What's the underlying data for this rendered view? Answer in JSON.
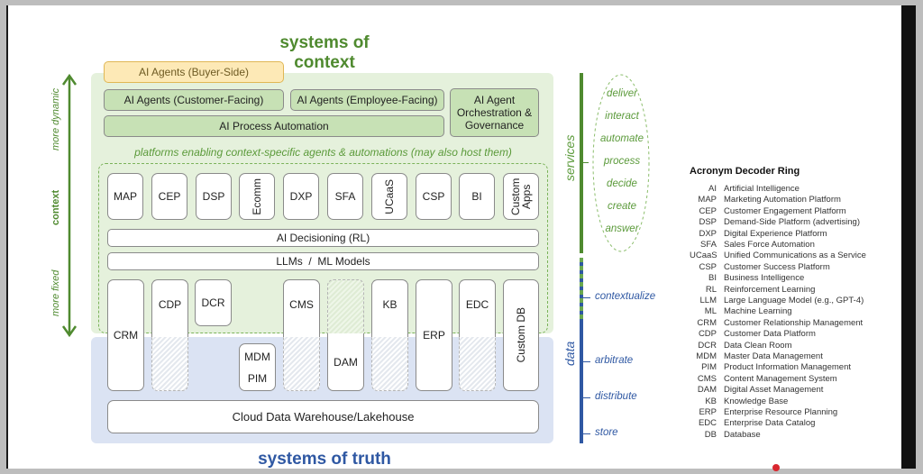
{
  "titles": {
    "context": "systems of context",
    "truth": "systems of truth"
  },
  "axis": {
    "top": "more dynamic",
    "middle": "context",
    "bottom": "more fixed"
  },
  "agents": {
    "buyer_side": "AI Agents (Buyer-Side)",
    "customer_facing": "AI Agents (Customer-Facing)",
    "employee_facing": "AI Agents (Employee-Facing)",
    "process_automation": "AI Process Automation",
    "orchestration": "AI Agent Orchestration & Governance"
  },
  "platforms_note": "platforms enabling context-specific agents & automations (may also host them)",
  "platforms": [
    "MAP",
    "CEP",
    "DSP",
    "Ecomm",
    "DXP",
    "SFA",
    "UCaaS",
    "CSP",
    "BI",
    "Custom Apps"
  ],
  "layers": {
    "decisioning": "AI Decisioning (RL)",
    "models": "LLMs  /  ML Models"
  },
  "data_systems": {
    "crm": "CRM",
    "cdp": "CDP",
    "dcr": "DCR",
    "mdm": "MDM",
    "pim": "PIM",
    "cms": "CMS",
    "dam": "DAM",
    "kb": "KB",
    "erp": "ERP",
    "edc": "EDC",
    "custom_db": "Custom DB"
  },
  "warehouse": "Cloud Data Warehouse/Lakehouse",
  "services": {
    "label": "services",
    "verbs": [
      "deliver",
      "interact",
      "automate",
      "process",
      "decide",
      "create",
      "answer"
    ]
  },
  "data": {
    "label": "data",
    "verbs": [
      "contextualize",
      "arbitrate",
      "distribute",
      "store"
    ]
  },
  "legend": {
    "title": "Acronym Decoder Ring",
    "items": [
      {
        "ab": "AI",
        "def": "Artificial Intelligence"
      },
      {
        "ab": "MAP",
        "def": "Marketing Automation Platform"
      },
      {
        "ab": "CEP",
        "def": "Customer Engagement Platform"
      },
      {
        "ab": "DSP",
        "def": "Demand-Side Platform (advertising)"
      },
      {
        "ab": "DXP",
        "def": "Digital Experience Platform"
      },
      {
        "ab": "SFA",
        "def": "Sales Force Automation"
      },
      {
        "ab": "UCaaS",
        "def": "Unified Communications as a Service"
      },
      {
        "ab": "CSP",
        "def": "Customer Success Platform"
      },
      {
        "ab": "BI",
        "def": "Business Intelligence"
      },
      {
        "ab": "RL",
        "def": "Reinforcement Learning"
      },
      {
        "ab": "LLM",
        "def": "Large Language Model (e.g., GPT-4)"
      },
      {
        "ab": "ML",
        "def": "Machine Learning"
      },
      {
        "ab": "CRM",
        "def": "Customer Relationship Management"
      },
      {
        "ab": "CDP",
        "def": "Customer Data Platform"
      },
      {
        "ab": "DCR",
        "def": "Data Clean Room"
      },
      {
        "ab": "MDM",
        "def": "Master Data Management"
      },
      {
        "ab": "PIM",
        "def": "Product Information Management"
      },
      {
        "ab": "CMS",
        "def": "Content Management System"
      },
      {
        "ab": "DAM",
        "def": "Digital Asset Management"
      },
      {
        "ab": "KB",
        "def": "Knowledge Base"
      },
      {
        "ab": "ERP",
        "def": "Enterprise Resource Planning"
      },
      {
        "ab": "EDC",
        "def": "Enterprise Data Catalog"
      },
      {
        "ab": "DB",
        "def": "Database"
      }
    ]
  },
  "colors": {
    "context_green": "#4f8a2f",
    "truth_blue": "#2f58a3",
    "context_bg": "#e5f1dc",
    "truth_bg": "#dbe3f3",
    "agent_box": "#c7e1b5",
    "buyer_box": "#fde9b6"
  }
}
